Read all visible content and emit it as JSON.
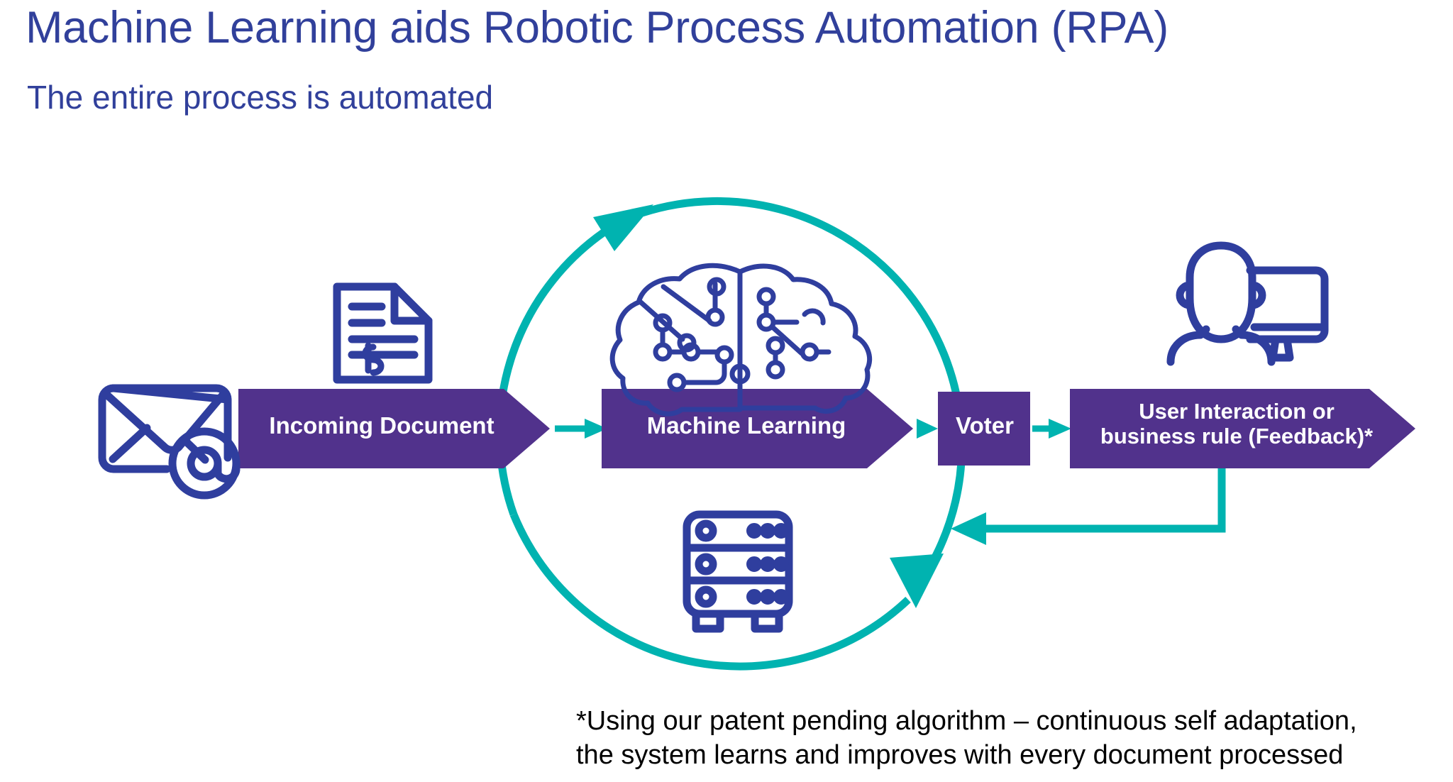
{
  "slide": {
    "title": "Machine Learning aids Robotic Process Automation (RPA)",
    "subtitle": "The entire process is automated",
    "background_color": "#ffffff"
  },
  "colors": {
    "title_blue": "#31409B",
    "icon_blue": "#2F3E9E",
    "chevron_purple": "#51328C",
    "arrow_teal": "#00B3B0",
    "label_white": "#ffffff",
    "footnote_black": "#000000"
  },
  "flow": {
    "nodes": [
      {
        "id": "incoming-document",
        "label": "Incoming Document",
        "shape": "chevron",
        "fill": "#51328C",
        "text_color": "#ffffff"
      },
      {
        "id": "machine-learning",
        "label": "Machine Learning",
        "shape": "chevron",
        "fill": "#51328C",
        "text_color": "#ffffff"
      },
      {
        "id": "voter",
        "label": "Voter",
        "shape": "rectangle",
        "fill": "#51328C",
        "text_color": "#ffffff"
      },
      {
        "id": "user-interaction",
        "label": "User Interaction or\nbusiness rule (Feedback)*",
        "shape": "chevron",
        "fill": "#51328C",
        "text_color": "#ffffff"
      }
    ],
    "connectors": [
      {
        "id": "incoming-to-ml",
        "from": "incoming-document",
        "to": "machine-learning",
        "style": "arrow",
        "color": "#00B3B0"
      },
      {
        "id": "ml-to-voter",
        "from": "machine-learning",
        "to": "voter",
        "style": "arrow",
        "color": "#00B3B0"
      },
      {
        "id": "voter-to-user",
        "from": "voter",
        "to": "user-interaction",
        "style": "arrow",
        "color": "#00B3B0"
      },
      {
        "id": "feedback-loop",
        "from": "user-interaction",
        "to": "machine-learning",
        "style": "elbow-arrow",
        "color": "#00B3B0"
      },
      {
        "id": "continuous-cycle",
        "from": "machine-learning",
        "to": "machine-learning",
        "style": "circular-arrow",
        "color": "#00B3B0"
      }
    ]
  },
  "icons": [
    {
      "id": "email-icon",
      "name": "envelope-at-icon",
      "color": "#2F3E9E",
      "meaning": "incoming email"
    },
    {
      "id": "invoice-icon",
      "name": "document-dollar-icon",
      "color": "#2F3E9E",
      "meaning": "invoice document"
    },
    {
      "id": "brain-icon",
      "name": "ai-brain-circuit-icon",
      "color": "#2F3E9E",
      "meaning": "machine learning model"
    },
    {
      "id": "server-icon",
      "name": "server-rack-icon",
      "color": "#2F3E9E",
      "meaning": "data store"
    },
    {
      "id": "user-icon",
      "name": "user-at-monitor-icon",
      "color": "#2F3E9E",
      "meaning": "human reviewer"
    }
  ],
  "footnote": "*Using our patent pending algorithm – continuous self adaptation,\nthe system learns and improves with every document processed"
}
